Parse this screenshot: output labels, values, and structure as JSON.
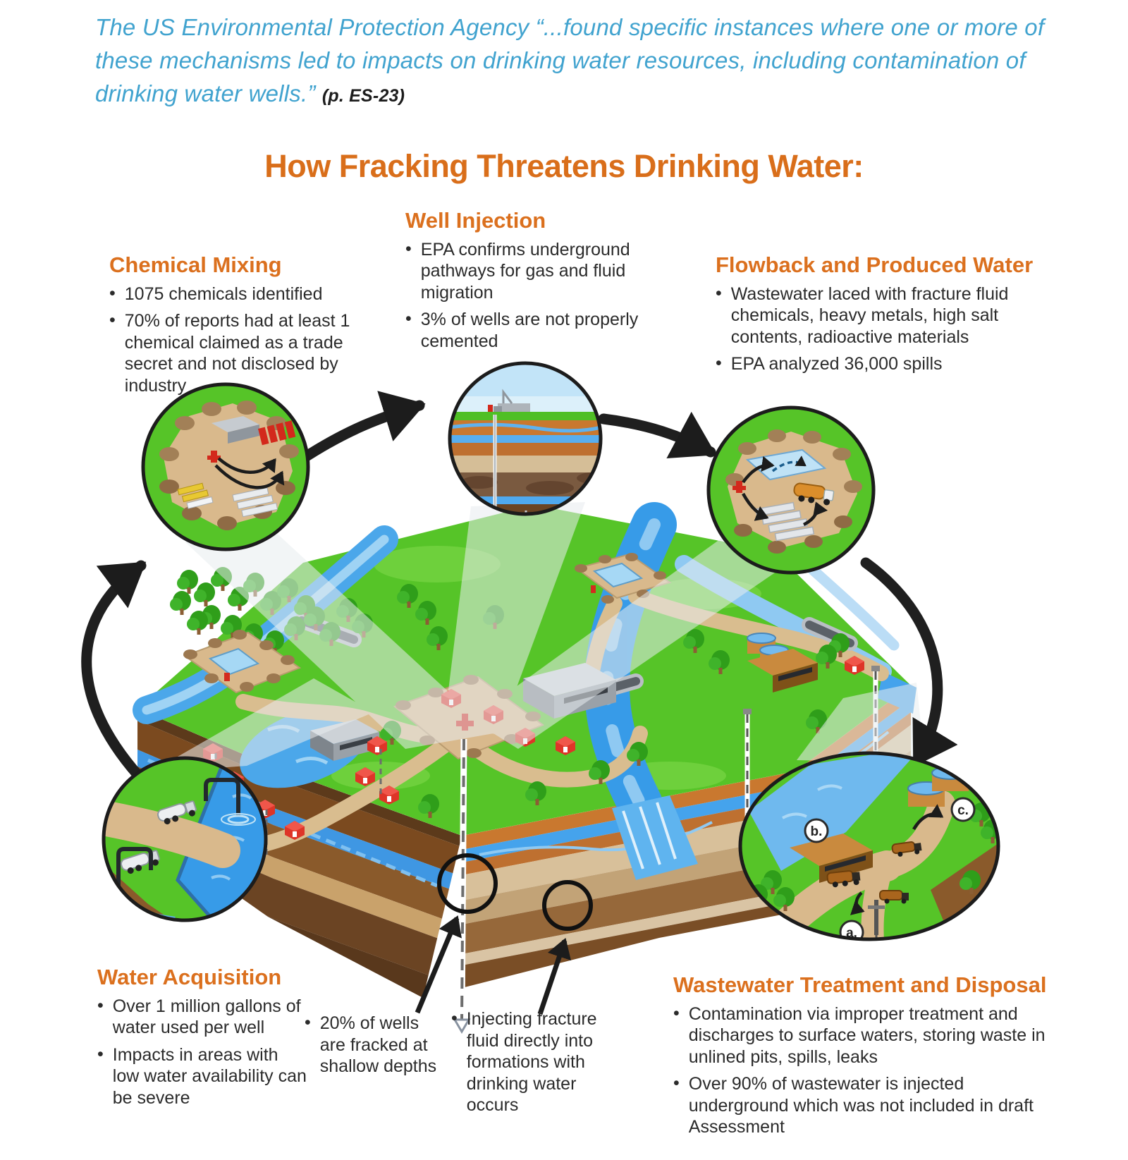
{
  "quote": {
    "text": "The US Environmental Protection Agency “...found specific instances where one or more of these mechanisms led to impacts on drinking water resources, including contamination of drinking water wells.”",
    "citation": "(p. ES-23)"
  },
  "title": "How Fracking Threatens Drinking Water:",
  "bullet_glyph": "•",
  "sections": {
    "chemical_mixing": {
      "heading": "Chemical Mixing",
      "bullets": [
        "1075 chemicals identified",
        "70% of reports had at least 1 chemical claimed as a trade secret and not disclosed by industry"
      ]
    },
    "well_injection": {
      "heading": "Well Injection",
      "bullets": [
        "EPA confirms underground pathways for gas and fluid migration",
        "3% of wells are not properly cemented"
      ]
    },
    "flowback": {
      "heading": "Flowback and Produced Water",
      "bullets": [
        "Wastewater laced with fracture fluid chemicals, heavy metals, high salt contents, radioactive materials",
        "EPA analyzed 36,000 spills"
      ]
    },
    "water_acquisition": {
      "heading": "Water Acquisition",
      "bullets": [
        "Over 1 million gallons of water used per well",
        "Impacts in areas with low water availability can be severe"
      ]
    },
    "wastewater_treatment": {
      "heading": "Wastewater Treatment and Disposal",
      "bullets": [
        "Contamination via improper treatment and discharges to surface waters, storing waste in unlined pits, spills, leaks",
        "Over 90% of wastewater is injected underground which was not included in draft Assessment"
      ]
    }
  },
  "callout_notes": [
    "20% of wells are fracked at shallow depths",
    "Injecting fracture fluid directly into formations with drinking water occurs"
  ],
  "diagram_labels": {
    "a": "a.",
    "b": "b.",
    "c": "c."
  },
  "colors": {
    "quote_blue": "#41A3CF",
    "heading_orange": "#DB701E",
    "body_text": "#2b2b2b",
    "grass_green": "#56C428",
    "river_blue": "#379BE8",
    "aquifer_blue": "#3F97E3",
    "soil_brown": "#7B4A1F",
    "road_tan": "#D9B98C",
    "arrow_black": "#1c1c1c"
  }
}
